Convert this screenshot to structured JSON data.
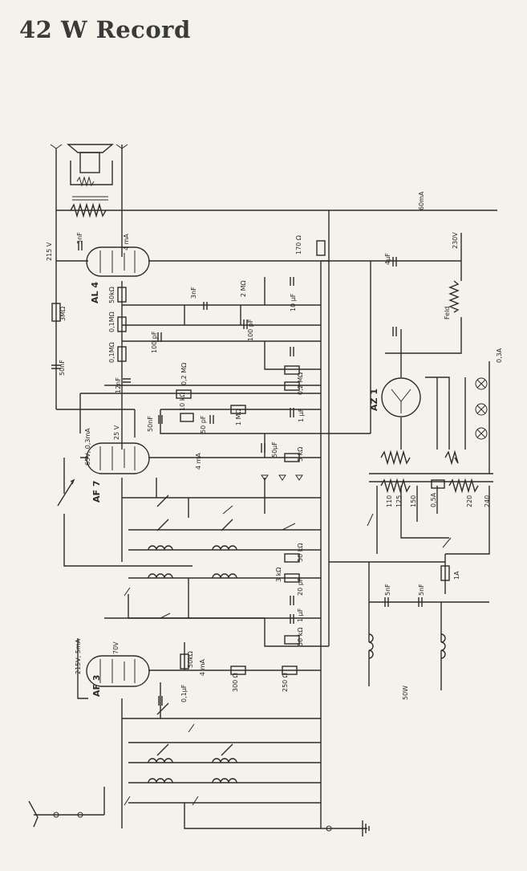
{
  "title": "42 W Record",
  "tubes": [
    "AL 4",
    "AF 7",
    "AF 3",
    "AZ 1"
  ],
  "labels": [
    "215 V",
    "4 mA",
    "5nF",
    "3MΩ",
    "50nF",
    "170 Ω",
    "4μF",
    "230V",
    "60mA",
    "Feld",
    "10 μF",
    "50kΩ",
    "3nF",
    "2 MΩ",
    "0,1MΩ",
    "100 pF",
    "0,1MΩ",
    "100 pF",
    "12nF",
    "0,2 MΩ",
    "0,2 MΩ",
    "65V, 0,3mA",
    "25 V",
    "50nF",
    "10 kΩ",
    "50 pF",
    "1 MΩ",
    "1 μF",
    "50μF",
    "5 kΩ",
    "4 mA",
    "0,3A",
    "50 kΩ",
    "3 kΩ",
    "20 pF",
    "1 μF",
    "50 kΩ",
    "215V, 5mA",
    "70V",
    "50kΩ",
    "0,1μF",
    "4 mA",
    "300 Ω",
    "250 Ω",
    "110",
    "125",
    "150",
    "0,5A",
    "220",
    "240",
    "5nF",
    "5nF",
    "1A",
    "50W"
  ],
  "colors": {
    "ink": "#2c2c2a",
    "paper": "#f4f2ea"
  }
}
